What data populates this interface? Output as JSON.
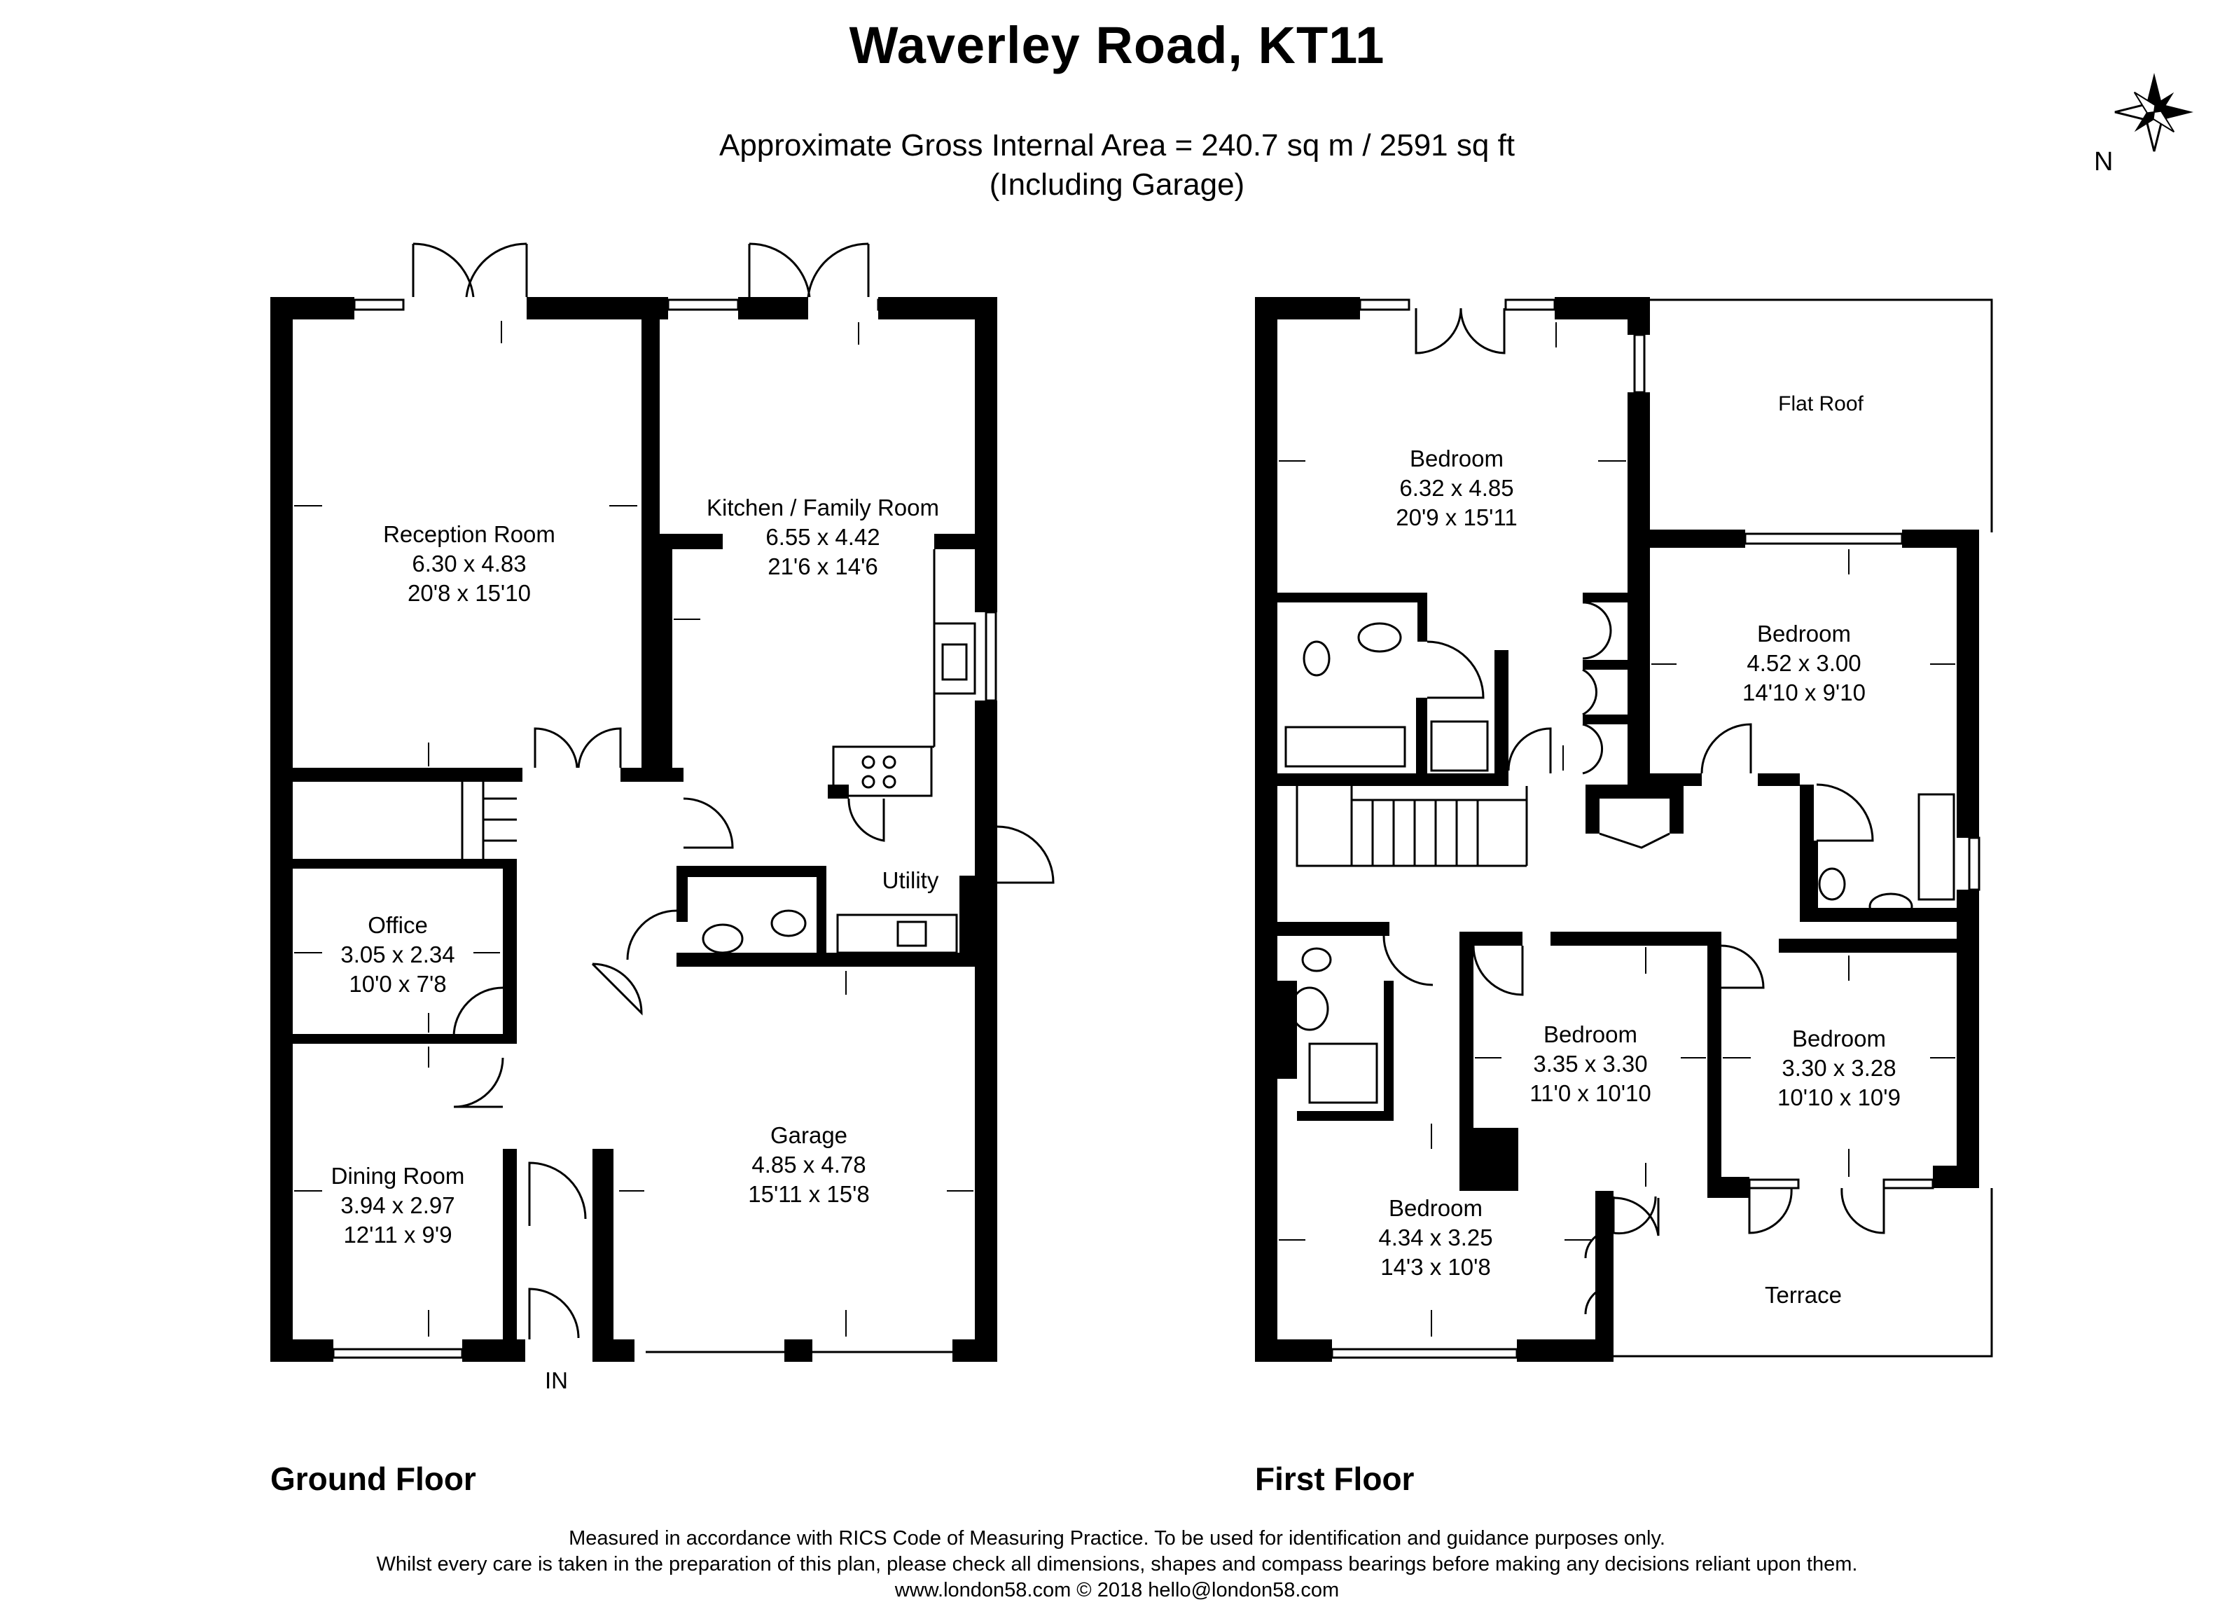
{
  "title": "Waverley Road, KT11",
  "area": {
    "line1": "Approximate Gross Internal Area = 240.7 sq m / 2591 sq ft",
    "line2": "(Including Garage)"
  },
  "compass": {
    "label": "N"
  },
  "entrance_label": "IN",
  "floors": {
    "ground": {
      "label": "Ground Floor",
      "rooms": [
        {
          "id": "reception",
          "name": "Reception Room",
          "metric": "6.30 x 4.83",
          "imperial": "20'8 x 15'10"
        },
        {
          "id": "kitchen",
          "name": "Kitchen / Family Room",
          "metric": "6.55 x 4.42",
          "imperial": "21'6 x 14'6"
        },
        {
          "id": "office",
          "name": "Office",
          "metric": "3.05 x 2.34",
          "imperial": "10'0 x 7'8"
        },
        {
          "id": "utility",
          "name": "Utility",
          "metric": "",
          "imperial": ""
        },
        {
          "id": "dining",
          "name": "Dining Room",
          "metric": "3.94 x 2.97",
          "imperial": "12'11 x 9'9"
        },
        {
          "id": "garage",
          "name": "Garage",
          "metric": "4.85 x 4.78",
          "imperial": "15'11 x 15'8"
        }
      ]
    },
    "first": {
      "label": "First Floor",
      "rooms": [
        {
          "id": "bed1",
          "name": "Bedroom",
          "metric": "6.32 x 4.85",
          "imperial": "20'9 x 15'11"
        },
        {
          "id": "flatroof",
          "name": "Flat Roof",
          "metric": "",
          "imperial": ""
        },
        {
          "id": "bed2",
          "name": "Bedroom",
          "metric": "4.52 x 3.00",
          "imperial": "14'10 x 9'10"
        },
        {
          "id": "bed3",
          "name": "Bedroom",
          "metric": "3.35 x 3.30",
          "imperial": "11'0 x 10'10"
        },
        {
          "id": "bed4",
          "name": "Bedroom",
          "metric": "3.30 x 3.28",
          "imperial": "10'10 x 10'9"
        },
        {
          "id": "bed5",
          "name": "Bedroom",
          "metric": "4.34 x 3.25",
          "imperial": "14'3 x 10'8"
        },
        {
          "id": "terrace",
          "name": "Terrace",
          "metric": "",
          "imperial": ""
        }
      ]
    }
  },
  "footer": {
    "line1": "Measured in accordance with RICS Code of Measuring Practice. To be used for identification and guidance purposes only.",
    "line2": "Whilst every care is taken in the preparation of this plan, please check all dimensions, shapes and compass bearings before making any decisions reliant upon them.",
    "line3": "www.london58.com © 2018 hello@london58.com"
  },
  "colors": {
    "wall": "#000000",
    "background": "#ffffff",
    "thin_line": "#000000"
  }
}
